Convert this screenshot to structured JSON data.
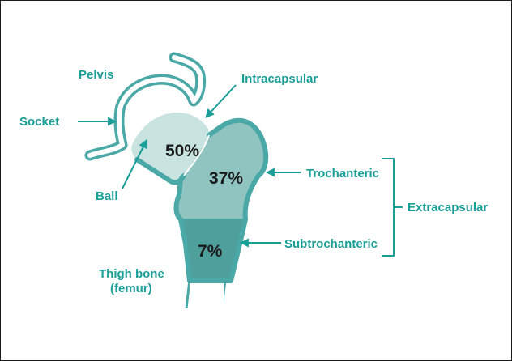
{
  "colors": {
    "outline": "#4aa8a6",
    "label": "#1a9e98",
    "head_region": "#c9e3e1",
    "trochanteric_region": "#8fc4c1",
    "subtrochanteric_region": "#4f9f9c",
    "shaft": "#ffffff"
  },
  "labels": {
    "pelvis": "Pelvis",
    "intracapsular": "Intracapsular",
    "socket": "Socket",
    "ball": "Ball",
    "trochanteric": "Trochanteric",
    "extracapsular": "Extracapsular",
    "subtrochanteric": "Subtrochanteric",
    "thigh_bone_line1": "Thigh bone",
    "thigh_bone_line2": "(femur)"
  },
  "percentages": {
    "intracapsular": "50%",
    "trochanteric": "37%",
    "subtrochanteric": "7%"
  },
  "icons": {
    "arrow": "arrow-icon",
    "bracket": "bracket-icon"
  }
}
